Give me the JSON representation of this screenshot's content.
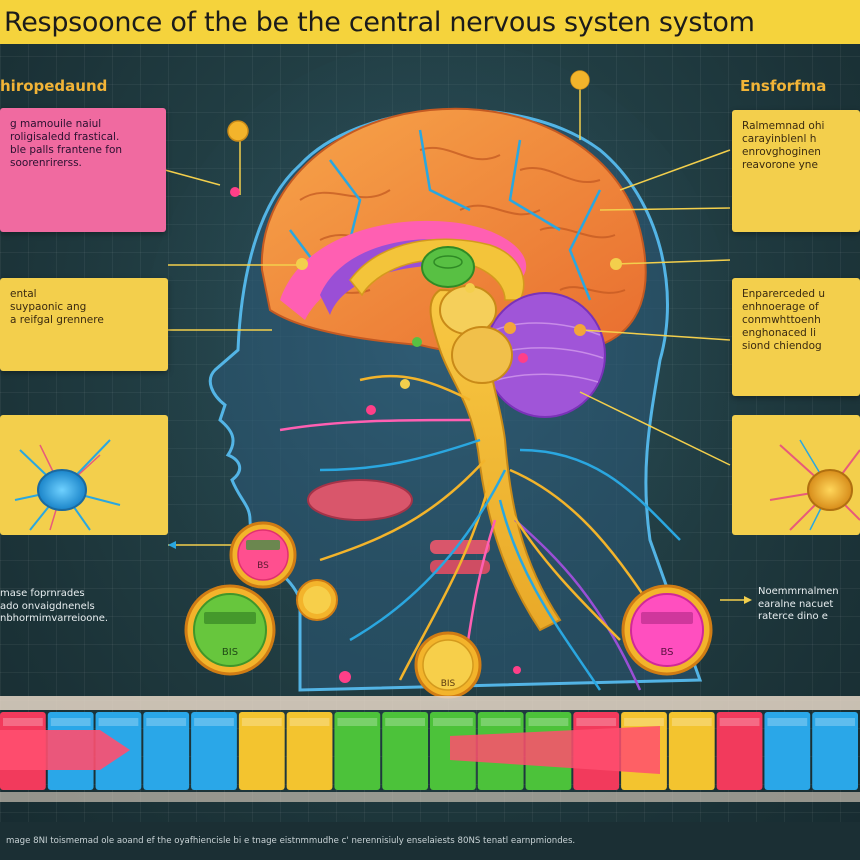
{
  "title": "Respsoonce of the  be the central nervous systen systom",
  "left_label": "hiropedaund",
  "right_label": "Ensforfma",
  "cards": {
    "top_left": "g mamouile naiul\nroligisaledd frastical.\nble palls frantene fon\nsoorenrirerss.",
    "mid_left": "ental\nsuypaonic ang\n a reifgal grennere",
    "top_right": "Ralmemnad ohi\ncarayinblenl h\nenrovghoginen\nreavorone yne",
    "mid_right": "Enparerceded u\nenhnoerage of\nconmwhttoenh\nenghonaced li\nsiond chiendog"
  },
  "notes": {
    "bottom_left": "mase foprnrades\nado onvaigdnenels\nnbhormimvarreioone.",
    "bottom_right": "Noemmrnalmen\nearalne nacuet\nraterce dino e"
  },
  "pills": {
    "p1": "BS",
    "p2": "BIS",
    "p3": "BIS",
    "p4": "BS"
  },
  "caption": "mage 8NI toismemad ole aoand ef the oyafhiencisle bi e tnage eistnmmudhe c' nerennisiuly enselaiests 80NS tenatl earnpmiondes.",
  "colors": {
    "title_bg": "#f5d33c",
    "accent_yellow": "#f3cf4c",
    "accent_pink": "#f06aa0",
    "background": "#1f3a40",
    "nerve_blue": "#2aa7e0",
    "brain_orange": "#f08a3c",
    "brain_purple": "#9a4fd6",
    "pill_green": "#67c63d"
  },
  "timeline": {
    "segments": [
      "red",
      "blue",
      "blue",
      "blue",
      "blue",
      "yellow",
      "yellow",
      "green",
      "green",
      "green",
      "green",
      "green",
      "red",
      "yellow",
      "yellow",
      "red",
      "blue",
      "blue"
    ]
  }
}
